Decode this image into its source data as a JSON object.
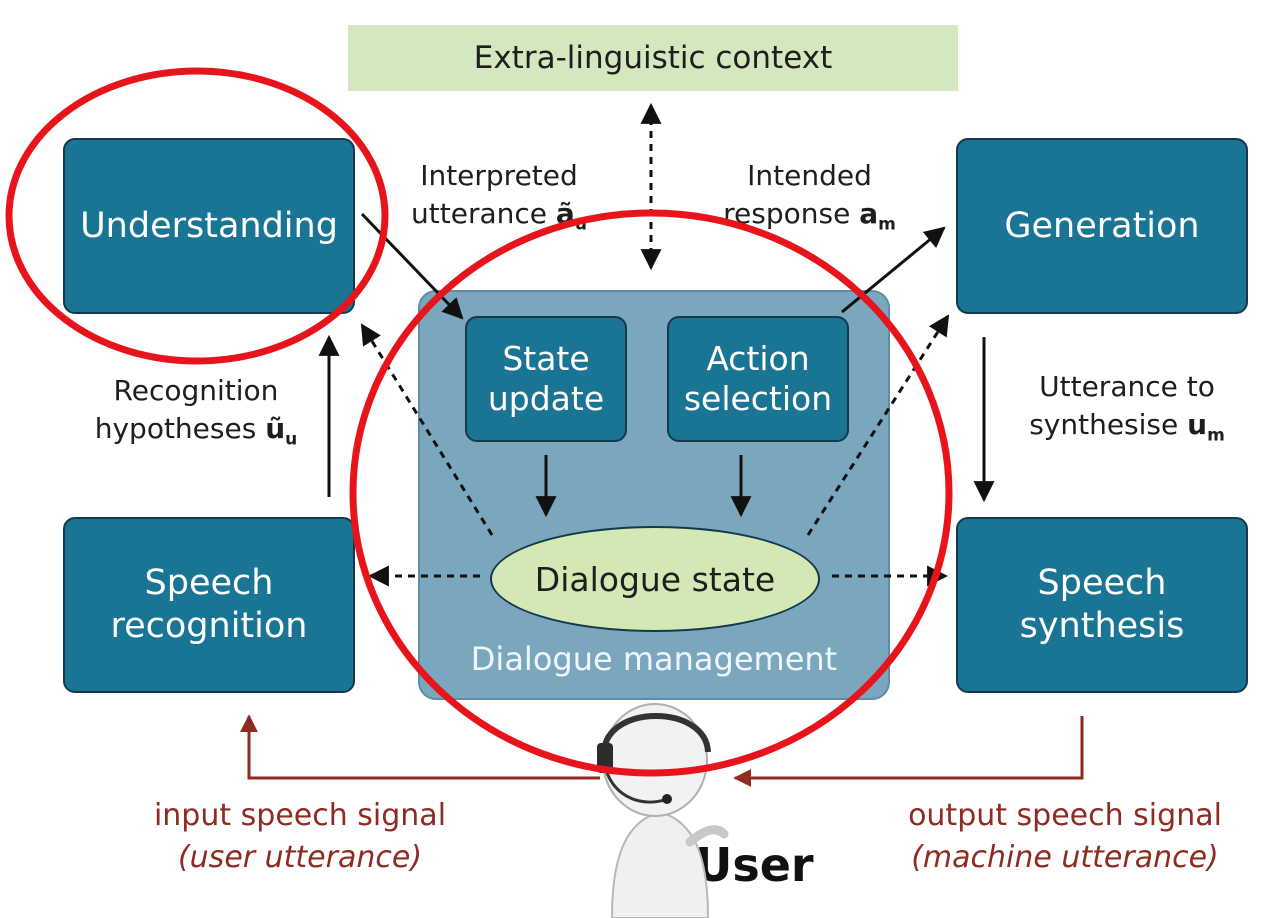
{
  "context": "Extra-linguistic context",
  "boxes": {
    "understanding": "Understanding",
    "generation": "Generation",
    "speech_recognition": "Speech\nrecognition",
    "speech_synthesis": "Speech\nsynthesis",
    "state_update": "State\nupdate",
    "action_selection": "Action\nselection"
  },
  "dialogue_state": "Dialogue state",
  "dialogue_management": "Dialogue management",
  "labels": {
    "interpreted_1": "Interpreted",
    "interpreted_2": "utterance",
    "interpreted_sym": "ã",
    "interpreted_sub": "u",
    "intended_1": "Intended",
    "intended_2": "response",
    "intended_sym": "a",
    "intended_sub": "m",
    "recognition_1": "Recognition",
    "recognition_2": "hypotheses",
    "recognition_sym": "ũ",
    "recognition_sub": "u",
    "utterance_1": "Utterance to",
    "utterance_2": "synthesise",
    "utterance_sym": "u",
    "utterance_sub": "m"
  },
  "signals": {
    "input": "input speech signal",
    "input_sub": "(user utterance)",
    "output": "output speech signal",
    "output_sub": "(machine utterance)"
  },
  "user": "User",
  "colors": {
    "box": "#1a7494",
    "box_border": "#15394a",
    "context_bg": "#d3e8be",
    "dm_bg": "#7aa7bd",
    "ellipse_bg": "#d3e8b4",
    "signal": "#8e2b22",
    "highlight": "#e8141c"
  }
}
